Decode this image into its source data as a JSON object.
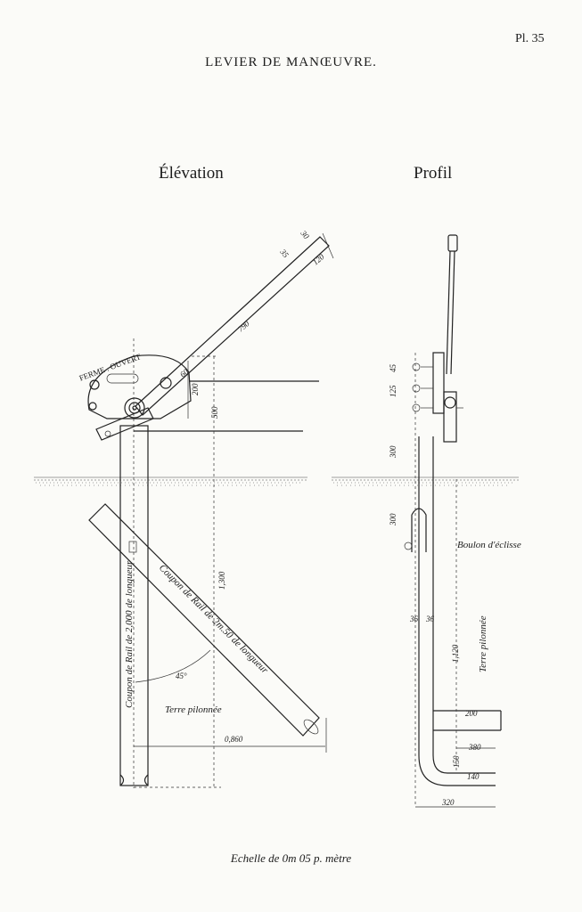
{
  "plate": "Pl. 35",
  "title": "LEVIER DE MANŒUVRE.",
  "views": {
    "elevation": "Élévation",
    "profile": "Profil"
  },
  "labels": {
    "ferme_ouvert": "FERME . OUVERT",
    "rail_vertical": "Coupon de Rail de 2,000 de longueur",
    "rail_diagonal": "Coupon de Rail de 2m.50 de longueur",
    "terre_elev": "Terre pilonnée",
    "terre_prof": "Terre pilonnée",
    "boulon": "Boulon d'éclisse",
    "angle": "45°"
  },
  "dimensions": {
    "d30": "30",
    "d35": "35",
    "d120": "120",
    "d790": "790",
    "d60": "60",
    "d200": "200",
    "d500": "500",
    "d1300": "1,300",
    "d0860": "0,860",
    "d45": "45",
    "d125": "125",
    "d300a": "300",
    "d300b": "300",
    "d36a": "36",
    "d36b": "36",
    "d1120": "1,120",
    "d200b": "200",
    "d380": "380",
    "d150": "150",
    "d140": "140",
    "d320": "320"
  },
  "scale": "Echelle de 0m 05 p. mètre"
}
